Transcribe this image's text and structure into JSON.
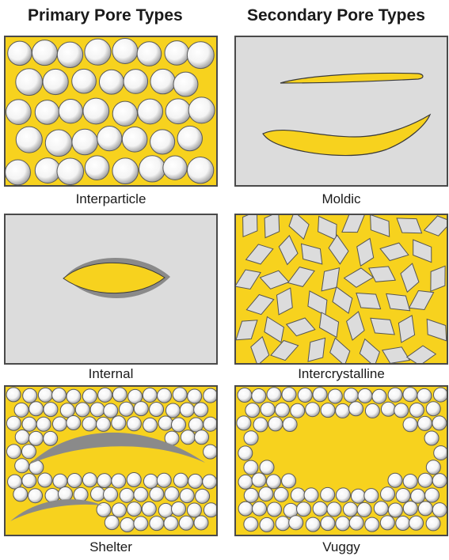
{
  "headers": {
    "primary": "Primary Pore Types",
    "secondary": "Secondary Pore Types"
  },
  "panels": {
    "interparticle": "Interparticle",
    "moldic": "Moldic",
    "internal": "Internal",
    "intercrystalline": "Intercrystalline",
    "shelter": "Shelter",
    "vuggy": "Vuggy"
  },
  "colors": {
    "pore": "#f7d21e",
    "matrix": "#dcdcdc",
    "grain_light": "#f4f4f4",
    "grain_dark": "#9c9c9c",
    "outline": "#4a4a4a",
    "shadow": "#8a8a8a"
  }
}
